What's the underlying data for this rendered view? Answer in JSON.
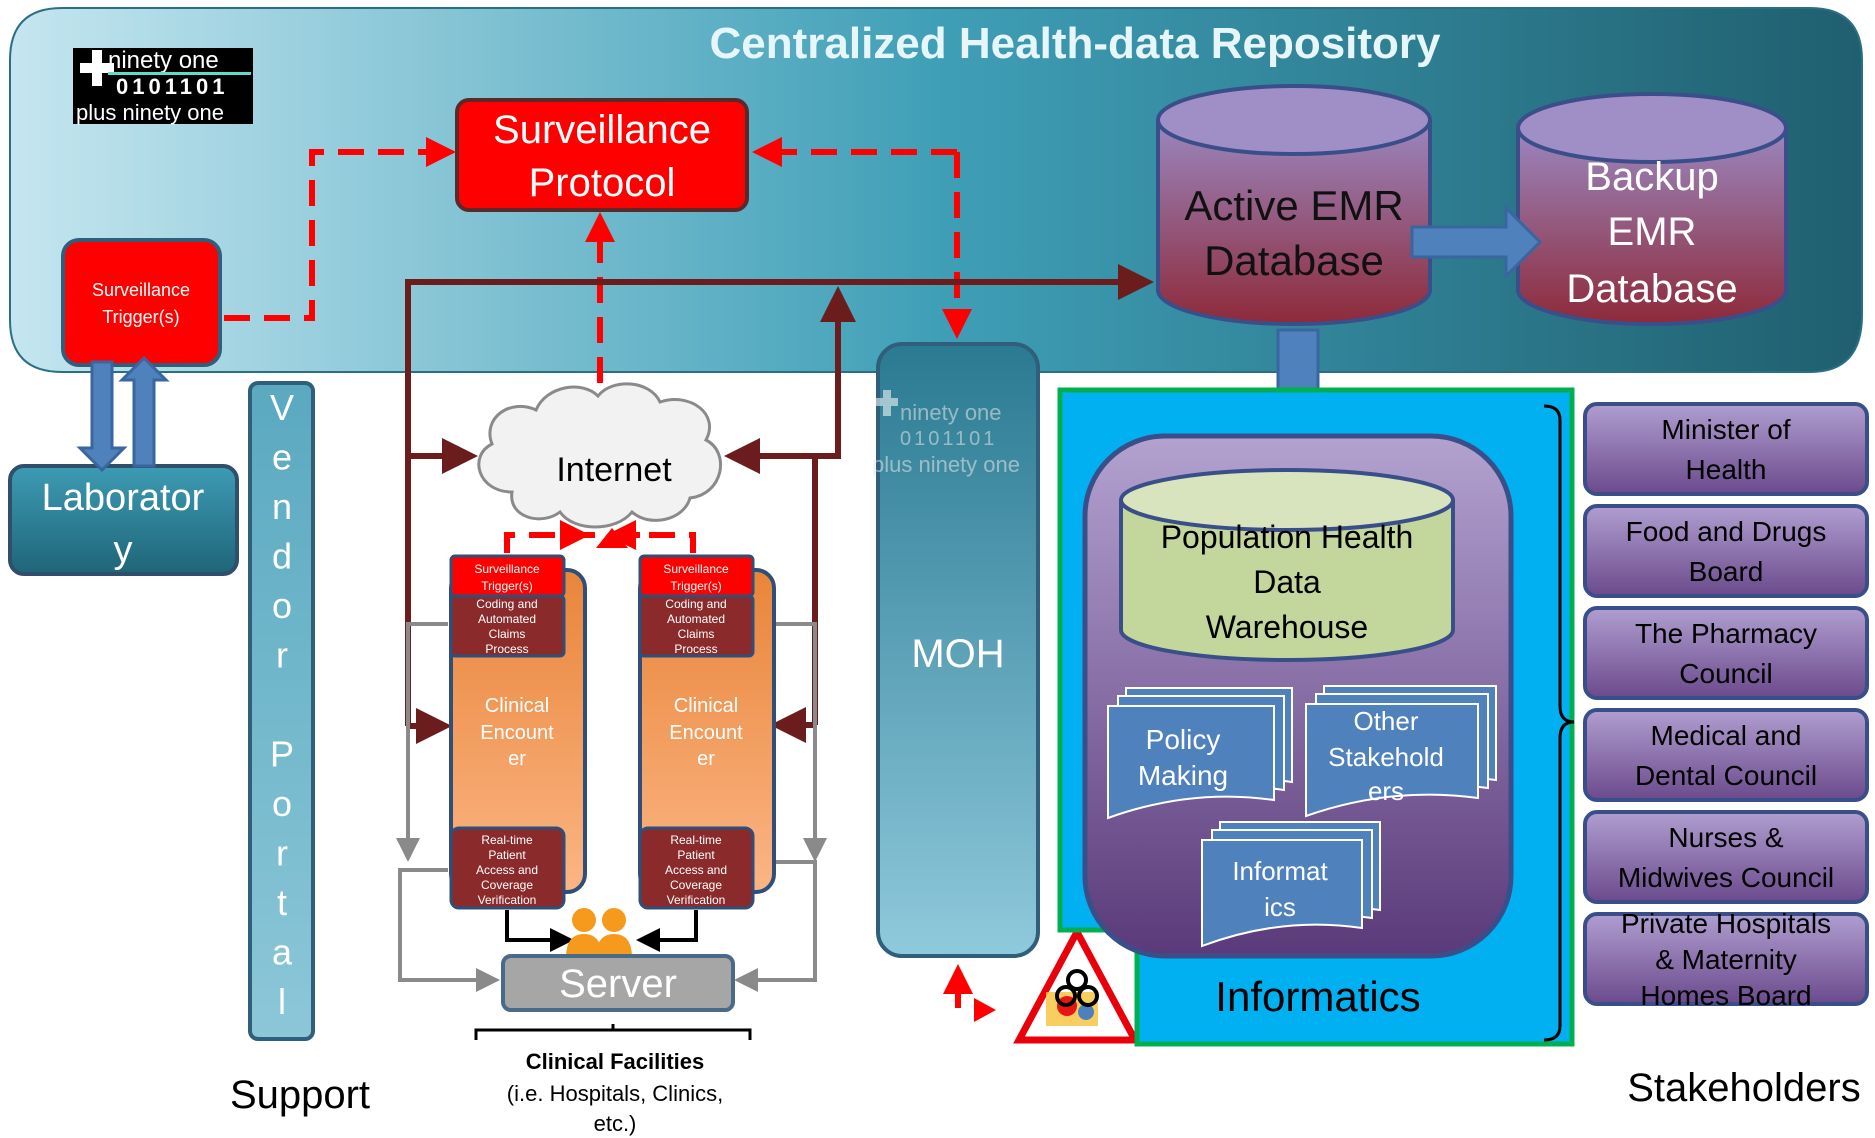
{
  "repository": {
    "title": "Centralized Health-data Repository"
  },
  "logo": {
    "line1": "ninety one",
    "line2": "0101101",
    "line3": "plus ninety one"
  },
  "watermark": {
    "text": "plus ninety one"
  },
  "nodes": {
    "surveillance_protocol": [
      "Surveillance",
      "Protocol"
    ],
    "surveillance_trigger": [
      "Surveillance",
      "Trigger(s)"
    ],
    "active_emr": [
      "Active EMR",
      "Database"
    ],
    "backup_emr": [
      "Backup",
      "EMR",
      "Database"
    ],
    "laboratory": [
      "Laborator",
      "y"
    ],
    "vendor_portal": [
      "V",
      "e",
      "n",
      "d",
      "o",
      "r",
      "",
      "P",
      "o",
      "r",
      "t",
      "a",
      "l"
    ],
    "support": "Support",
    "internet": "Internet",
    "moh": "MOH",
    "server": "Server",
    "clinical_facilities": {
      "title": "Clinical Facilities",
      "sub": [
        "(i.e. Hospitals, Clinics,",
        "etc.)"
      ]
    },
    "encounter": {
      "trigger": [
        "Surveillance",
        "Trigger(s)"
      ],
      "coding": [
        "Coding and",
        "Automated",
        "Claims",
        "Process"
      ],
      "clinical": [
        "Clinical",
        "Encount",
        "er"
      ],
      "realtime": [
        "Real-time",
        "Patient",
        "Access  and",
        "Coverage",
        "Verification"
      ]
    },
    "pop_health": [
      "Population Health",
      "Data",
      "Warehouse"
    ],
    "policy": [
      "Policy",
      "Making"
    ],
    "other_stake": [
      "Other",
      "Stakehold",
      "ers"
    ],
    "informatics_doc": [
      "Informat",
      "ics"
    ],
    "informatics": "Informatics"
  },
  "stakeholders": {
    "label": "Stakeholders",
    "items": [
      [
        "Minister of",
        "Health"
      ],
      [
        "Food and Drugs",
        "Board"
      ],
      [
        "The Pharmacy",
        "Council"
      ],
      [
        "Medical and",
        "Dental Council"
      ],
      [
        "Nurses &",
        "Midwives Council"
      ],
      [
        "Private Hospitals",
        "& Maternity",
        "Homes Board"
      ]
    ]
  },
  "colors": {
    "repository_left": "#bfe3ee",
    "repository_right": "#1f6070",
    "alert_red": "#ff0000",
    "flow_brown": "#6b1d1d",
    "block_blue": "#4f81bd",
    "purple_top": "#a994c8",
    "purple_bottom": "#5e3d7e",
    "informatics_bg": "#00b0f0",
    "informatics_border": "#00b050",
    "warehouse_green": "#c3d69b",
    "orange": "#f79646",
    "server_gray": "#a6a6a6"
  }
}
